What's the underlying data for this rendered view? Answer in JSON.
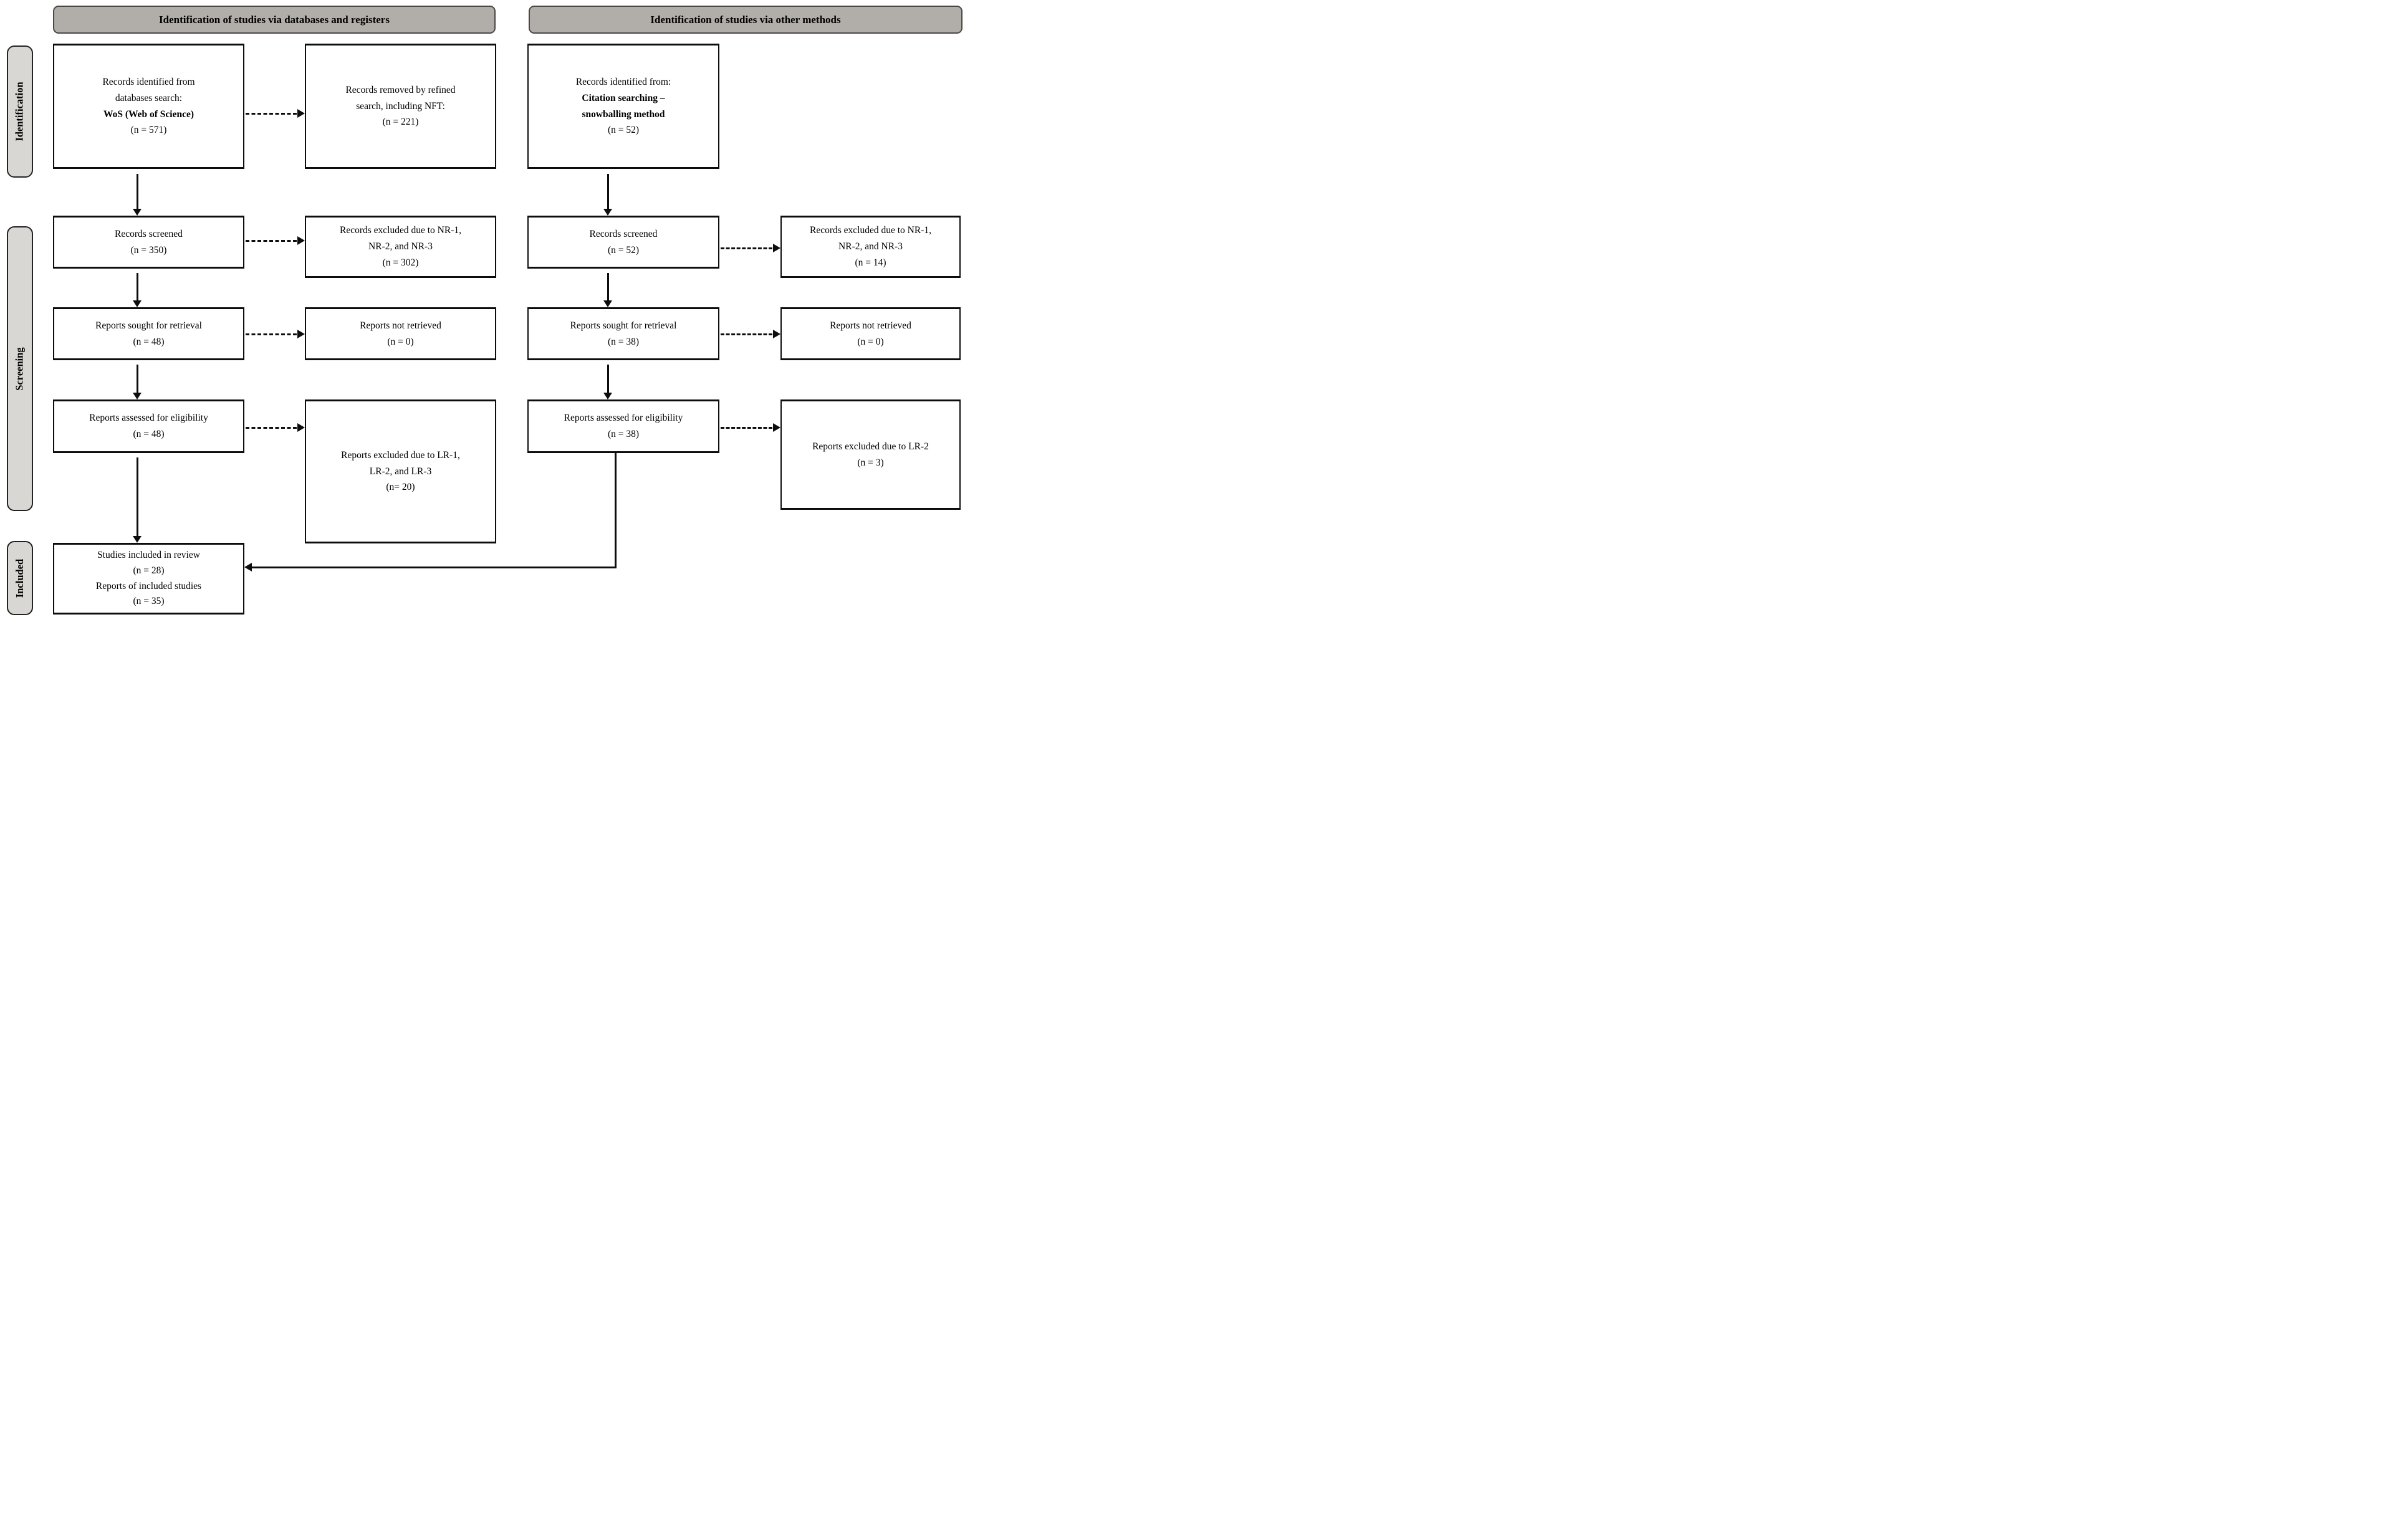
{
  "headers": {
    "left": "Identification of studies via databases and registers",
    "right": "Identification of studies via other methods"
  },
  "stages": {
    "identification": "Identification",
    "screening": "Screening",
    "included": "Included"
  },
  "boxes": {
    "db_identified": {
      "lines": [
        "Records identified from",
        "databases search:",
        "WoS (Web of Science)",
        "(n = 571)"
      ]
    },
    "db_removed": {
      "lines": [
        "Records removed by refined",
        "search, including NFT:",
        "(n = 221)"
      ]
    },
    "other_identified": {
      "lines": [
        "Records identified from:",
        "Citation searching –",
        "snowballing method",
        "(n = 52)"
      ]
    },
    "db_screened": {
      "lines": [
        "Records screened",
        "(n = 350)"
      ]
    },
    "db_excluded_nr": {
      "lines": [
        "Records excluded due to NR-1,",
        "NR-2, and NR-3",
        "(n = 302)"
      ]
    },
    "other_screened": {
      "lines": [
        "Records screened",
        "(n = 52)"
      ]
    },
    "other_excluded_nr": {
      "lines": [
        "Records excluded due to NR-1,",
        "NR-2, and NR-3",
        "(n = 14)"
      ]
    },
    "db_sought": {
      "lines": [
        "Reports sought for retrieval",
        "(n = 48)"
      ]
    },
    "db_not_retrieved": {
      "lines": [
        "Reports not retrieved",
        "(n = 0)"
      ]
    },
    "other_sought": {
      "lines": [
        "Reports sought for retrieval",
        "(n = 38)"
      ]
    },
    "other_not_retrieved": {
      "lines": [
        "Reports not retrieved",
        "(n = 0)"
      ]
    },
    "db_assessed": {
      "lines": [
        "Reports assessed for eligibility",
        "(n = 48)"
      ]
    },
    "db_excluded_lr": {
      "lines": [
        "Reports excluded due to LR-1,",
        "LR-2, and LR-3",
        "(n= 20)"
      ]
    },
    "other_assessed": {
      "lines": [
        "Reports assessed for eligibility",
        "(n = 38)"
      ]
    },
    "other_excluded_lr": {
      "lines": [
        "Reports excluded due to LR-2",
        "(n = 3)"
      ]
    },
    "included_studies": {
      "lines": [
        "Studies included in review",
        "(n = 28)",
        "Reports of included studies",
        "(n = 35)"
      ]
    }
  },
  "colors": {
    "header_fill": "#b1ada9",
    "stage_fill": "#d9d7d4",
    "box_border": "#0d0d0d",
    "box_fill": "#ffffff"
  }
}
